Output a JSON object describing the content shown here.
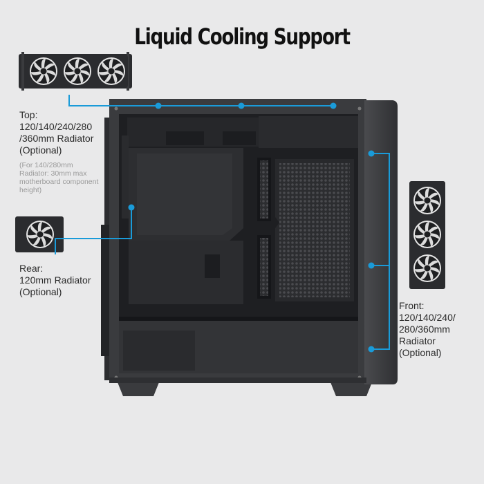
{
  "title": "Liquid Cooling Support",
  "top": {
    "label_lines": [
      "Top:",
      "120/140/240/280",
      "/360mm Radiator",
      "(Optional)"
    ],
    "note_lines": [
      "(For 140/280mm",
      "Radiator: 30mm max",
      "motherboard component",
      "height)"
    ]
  },
  "rear": {
    "label_lines": [
      "Rear:",
      "120mm Radiator",
      "(Optional)"
    ]
  },
  "front": {
    "label_lines": [
      "Front:",
      "120/140/240/",
      "280/360mm",
      "Radiator",
      "(Optional)"
    ]
  },
  "colors": {
    "background": "#e9e9ea",
    "accent": "#1a9bd9",
    "case_body": "#3a3b3e",
    "radiator": "#2b2c2f"
  },
  "icons": [
    "radiator-fan-icon"
  ]
}
